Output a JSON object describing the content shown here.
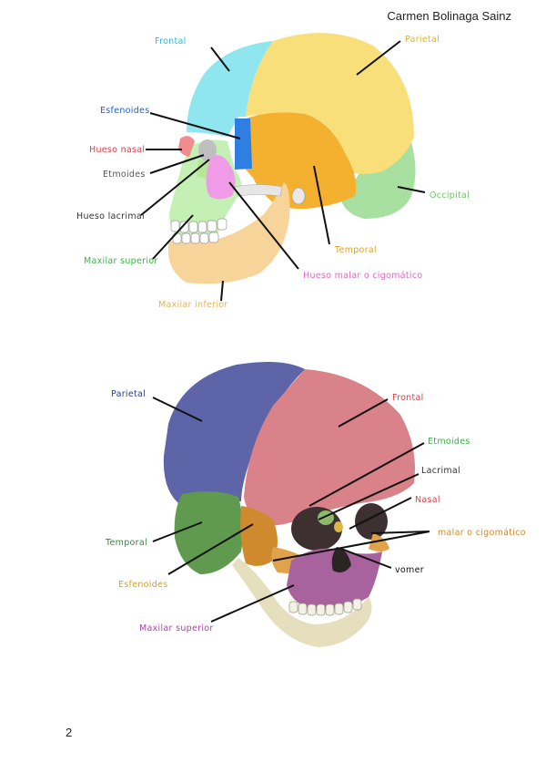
{
  "header": {
    "author": "Carmen Bolinaga Sainz"
  },
  "footer": {
    "page_number": "2"
  },
  "diagram1": {
    "labels": {
      "frontal": "Frontal",
      "parietal": "Parietal",
      "esfenoides": "Esfenoides",
      "hueso_nasal": "Hueso nasal",
      "etmoides": "Etmoides",
      "hueso_lacrimal": "Hueso lacrimal",
      "maxilar_superior": "Maxilar superior",
      "maxilar_inferior": "Maxilar inferior",
      "temporal": "Temporal",
      "occipital": "Occipital",
      "hueso_malar": "Hueso malar o cigomático"
    },
    "colors": {
      "frontal": "#8fe6ef",
      "parietal": "#f8df7a",
      "esfenoides": "#2f7fe3",
      "hueso_nasal": "#f08c8c",
      "etmoides": "#bfbfbf",
      "lacrimal": "#b6e69a",
      "maxilar_superior": "#c5f0b5",
      "maxilar_inferior": "#f7d49a",
      "temporal": "#f4b02f",
      "occipital": "#a7e0a0",
      "malar": "#ef9be8"
    }
  },
  "diagram2": {
    "labels": {
      "parietal": "Parietal",
      "frontal": "Frontal",
      "etmoides": "Etmoides",
      "lacrimal": "Lacrimal",
      "nasal": "Nasal",
      "malar": "malar o cigomático",
      "vomer": "vomer",
      "temporal": "Temporal",
      "esfenoides": "Esfenoides",
      "maxilar_superior": "Maxilar superior"
    },
    "colors": {
      "parietal": "#5d64a8",
      "frontal": "#d9828a",
      "temporal": "#5f9a4e",
      "esfenoides": "#d08a2e",
      "maxilar_superior": "#a8639e",
      "mandible": "#e6dfbd"
    }
  }
}
